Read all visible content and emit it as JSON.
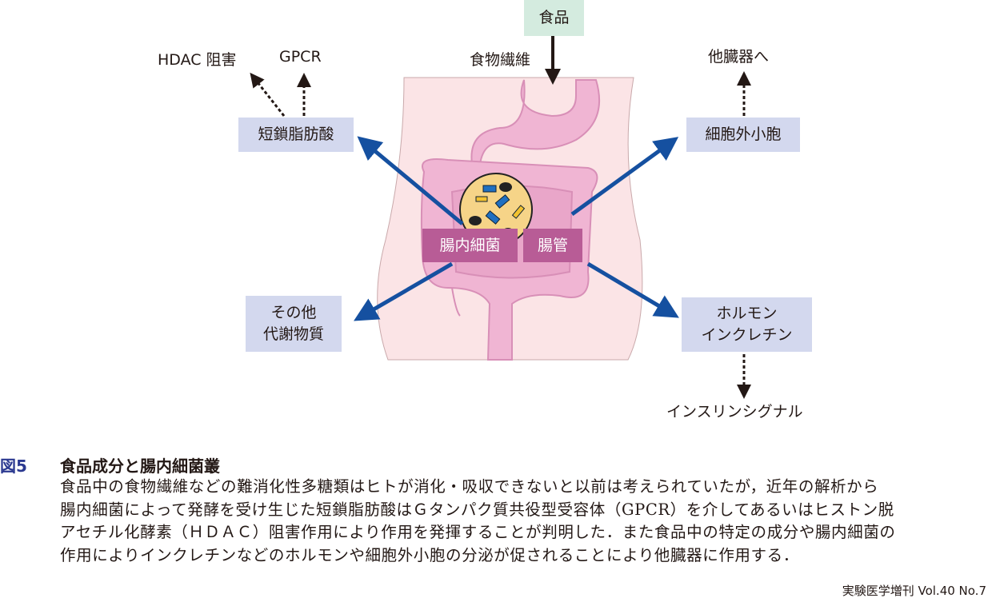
{
  "diagram": {
    "food": "食品",
    "dietary_fiber": "食物繊維",
    "hdac": "HDAC 阻害",
    "gpcr": "GPCR",
    "scfa": "短鎖脂肪酸",
    "other_organs": "他臓器へ",
    "extracellular_vesicles": "細胞外小胞",
    "gut_bacteria": "腸内細菌",
    "intestine": "腸管",
    "other_metabolites_line1": "その他",
    "other_metabolites_line2": "代謝物質",
    "hormone_line1": "ホルモン",
    "hormone_line2": "インクレチン",
    "insulin_signal": "インスリンシグナル",
    "colors": {
      "box_blue": "#d3d8ee",
      "box_magenta": "#b85c96",
      "box_green": "#d4ebdf",
      "arrow_blue": "#1550a0",
      "body_pink": "#fbe4e6",
      "intestine_pink": "#f0b5d3"
    }
  },
  "caption": {
    "figure_label": "図5",
    "title": "食品成分と腸内細菌叢",
    "lines": [
      "食品中の食物繊維などの難消化性多糖類はヒトが消化・吸収できないと以前は考えられていたが，近年の解析から",
      "腸内細菌によって発酵を受け生じた短鎖脂肪酸はＧタンパク質共役型受容体（GPCR）を介してあるいはヒストン脱",
      "アセチル化酵素（ＨＤＡＣ）阻害作用により作用を発揮することが判明した．また食品中の特定の成分や腸内細菌の",
      "作用によりインクレチンなどのホルモンや細胞外小胞の分泌が促されることにより他臓器に作用する．"
    ]
  },
  "footer": "実験医学増刊 Vol.40 No.7"
}
